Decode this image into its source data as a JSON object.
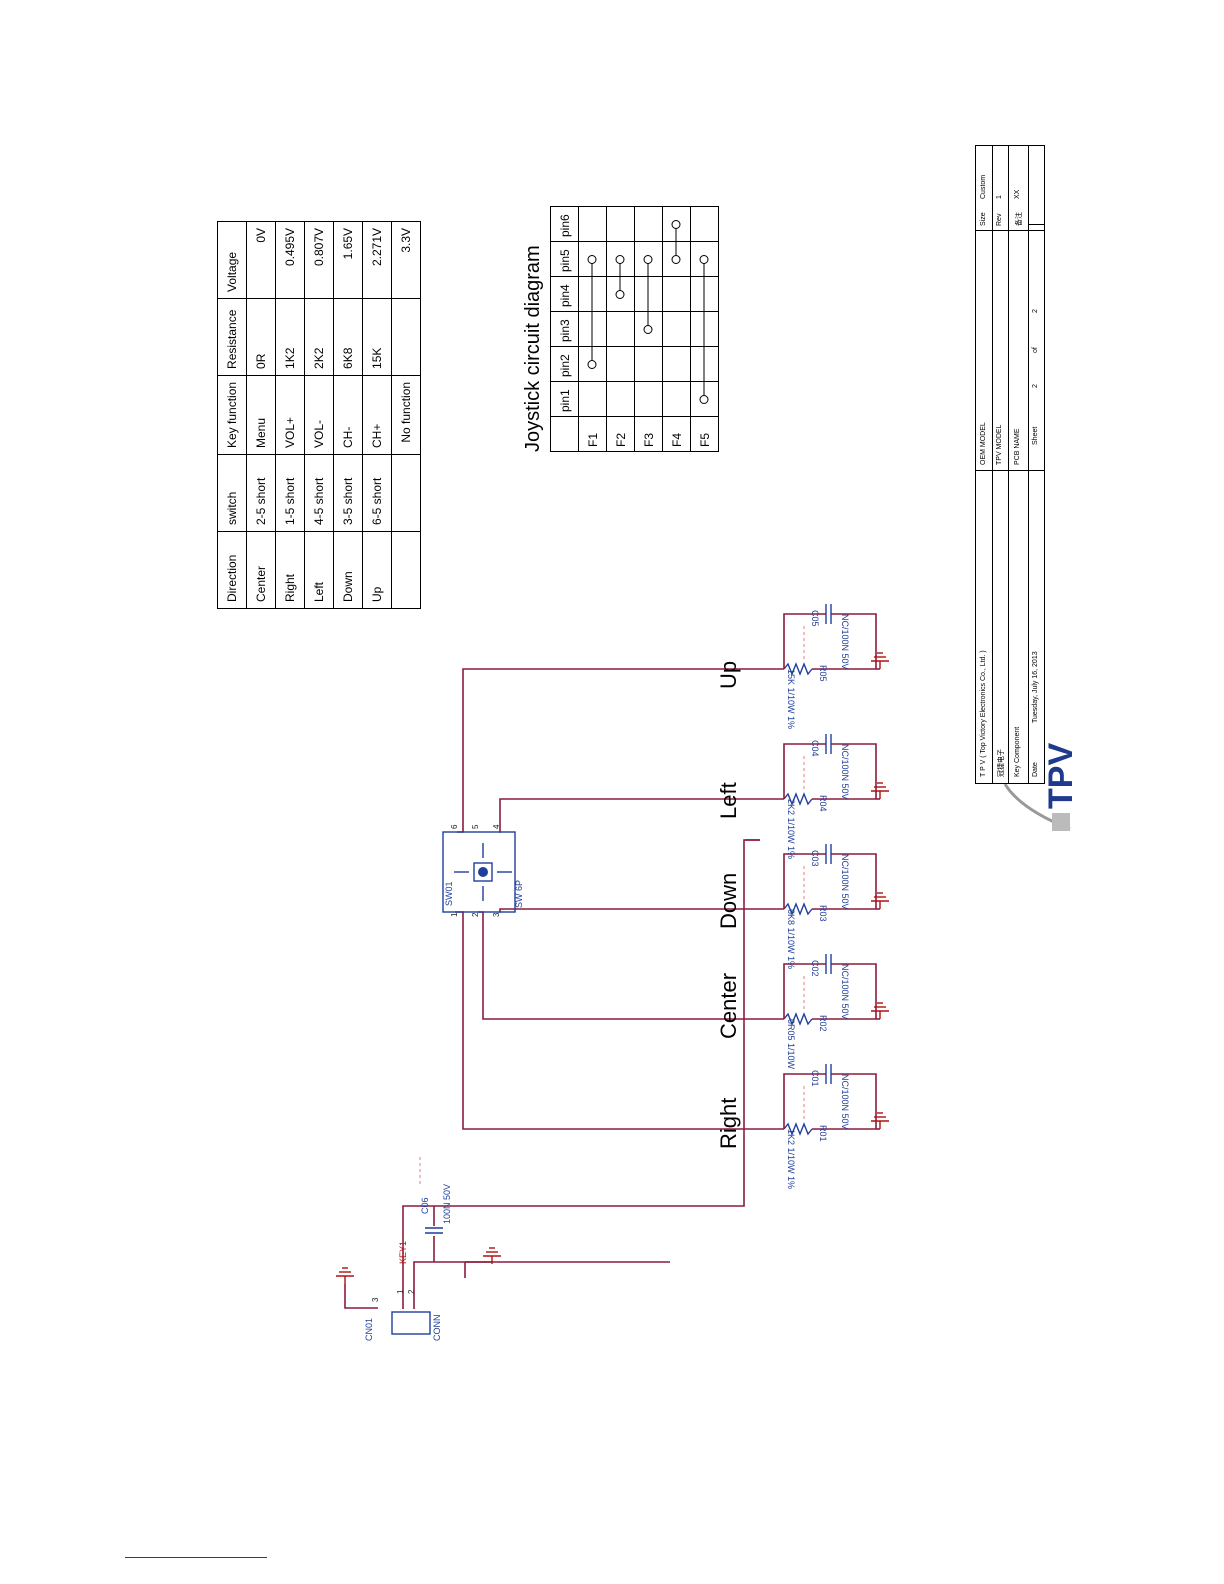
{
  "key_table": {
    "headers": [
      "Direction",
      "switch",
      "Key function",
      "Resistance",
      "Voltage"
    ],
    "rows": [
      [
        "Center",
        "2-5 short",
        "Menu",
        "0R",
        "0V"
      ],
      [
        "Right",
        "1-5 short",
        "VOL+",
        "1K2",
        "0.495V"
      ],
      [
        "Left",
        "4-5 short",
        "VOL-",
        "2K2",
        "0.807V"
      ],
      [
        "Down",
        "3-5 short",
        "CH-",
        "6K8",
        "1.65V"
      ],
      [
        "Up",
        "6-5 short",
        "CH+",
        "15K",
        "2.271V"
      ],
      [
        "",
        "",
        "No function",
        "",
        "3.3V"
      ]
    ]
  },
  "joystick": {
    "title": "Joystick circuit diagram",
    "columns": [
      "pin1",
      "pin2",
      "pin3",
      "pin4",
      "pin5",
      "pin6"
    ],
    "rows": [
      "F1",
      "F2",
      "F3",
      "F4",
      "F5"
    ],
    "connections": [
      {
        "row": "F1",
        "pins": [
          2,
          5
        ]
      },
      {
        "row": "F2",
        "pins": [
          4,
          5
        ]
      },
      {
        "row": "F3",
        "pins": [
          3,
          5
        ]
      },
      {
        "row": "F4",
        "pins": [
          5,
          6
        ]
      },
      {
        "row": "F5",
        "pins": [
          1,
          5
        ]
      }
    ]
  },
  "schematic": {
    "connector": {
      "ref": "CN01",
      "type": "CONN",
      "pin1": "1",
      "pin2": "2",
      "pin3": "3",
      "net": "KEY1"
    },
    "cap_c06": {
      "ref": "C06",
      "value": "100N 50V"
    },
    "switch": {
      "ref": "SW01",
      "type": "SW 6P",
      "pins": [
        "1",
        "2",
        "3",
        "4",
        "5",
        "6"
      ]
    },
    "branches": [
      {
        "label": "Right",
        "res_ref": "R01",
        "res_value": "1K2 1/10W 1%",
        "cap_ref": "C01",
        "cap_value": "NC/100N 50V"
      },
      {
        "label": "Center",
        "res_ref": "R02",
        "res_value": "0R05 1/10W",
        "cap_ref": "C02",
        "cap_value": "NC/100N 50V"
      },
      {
        "label": "Down",
        "res_ref": "R03",
        "res_value": "6K8 1/10W 1%",
        "cap_ref": "C03",
        "cap_value": "NC/100N 50V"
      },
      {
        "label": "Left",
        "res_ref": "R04",
        "res_value": "2K2 1/10W 1%",
        "cap_ref": "C04",
        "cap_value": "NC/100N 50V"
      },
      {
        "label": "Up",
        "res_ref": "R05",
        "res_value": "15K 1/10W 1%",
        "cap_ref": "C05",
        "cap_value": "NC/100N 50V"
      }
    ]
  },
  "title_block": {
    "company": "T P V ( Top Victory Electronics Co., Ltd. )",
    "company_cn": "冠捷电子",
    "logo": "TPV",
    "key_component": "Key Component",
    "date_label": "Date",
    "date_value": "Tuesday, July 16, 2013",
    "oem_model": "OEM MODEL",
    "tpv_model": "TPV MODEL",
    "pcb_name": "PCB NAME",
    "sheet_label": "Sheet",
    "sheet_value": "2",
    "of_label": "of",
    "sheet_total": "2",
    "size_label": "Size",
    "size_value": "Custom",
    "rev_label": "Rev",
    "rev_value": "1",
    "extra_label": "备注",
    "extra_value": "XX"
  },
  "colors": {
    "wire": "#8b1c3c",
    "component": "#1f3f9c",
    "ground": "#b01010"
  }
}
